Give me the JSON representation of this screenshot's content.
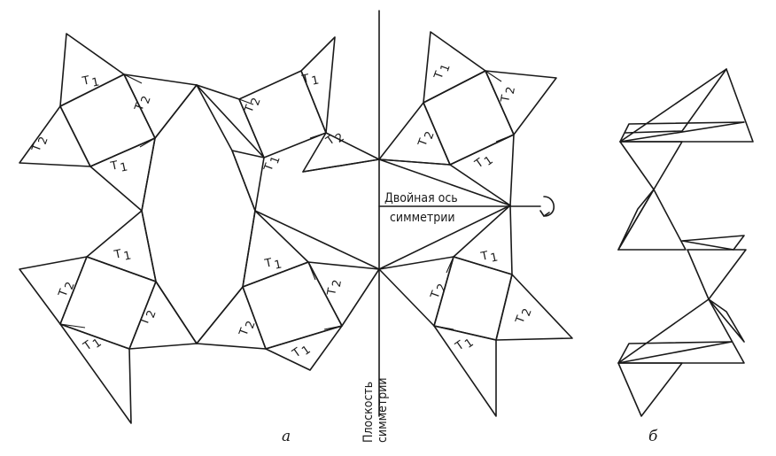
{
  "labels": {
    "t1": "T",
    "t1_sub": "1",
    "t2": "T",
    "t2_sub": "2"
  },
  "annotations": {
    "axis_line1": "Двойная ось",
    "axis_line2": "симметрии",
    "plane_line1": "Плоскость",
    "plane_line2": "симметрии"
  },
  "captions": {
    "a": "а",
    "b": "б"
  }
}
